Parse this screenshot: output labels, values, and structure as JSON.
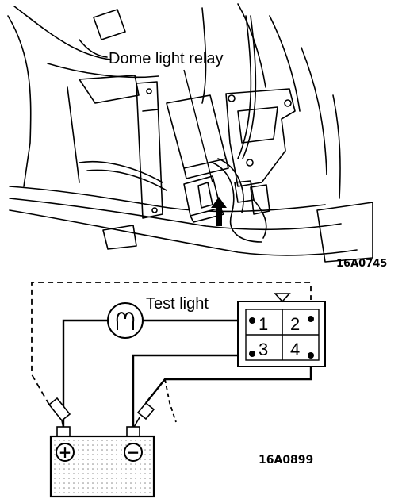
{
  "illustration": {
    "relay_label": "Dome light relay",
    "figure_code": "16A0745"
  },
  "test_diagram": {
    "test_light_label": "Test light",
    "terminals": [
      "1",
      "2",
      "3",
      "4"
    ],
    "battery_positive": "+",
    "battery_negative": "−",
    "figure_code": "16A0899"
  }
}
